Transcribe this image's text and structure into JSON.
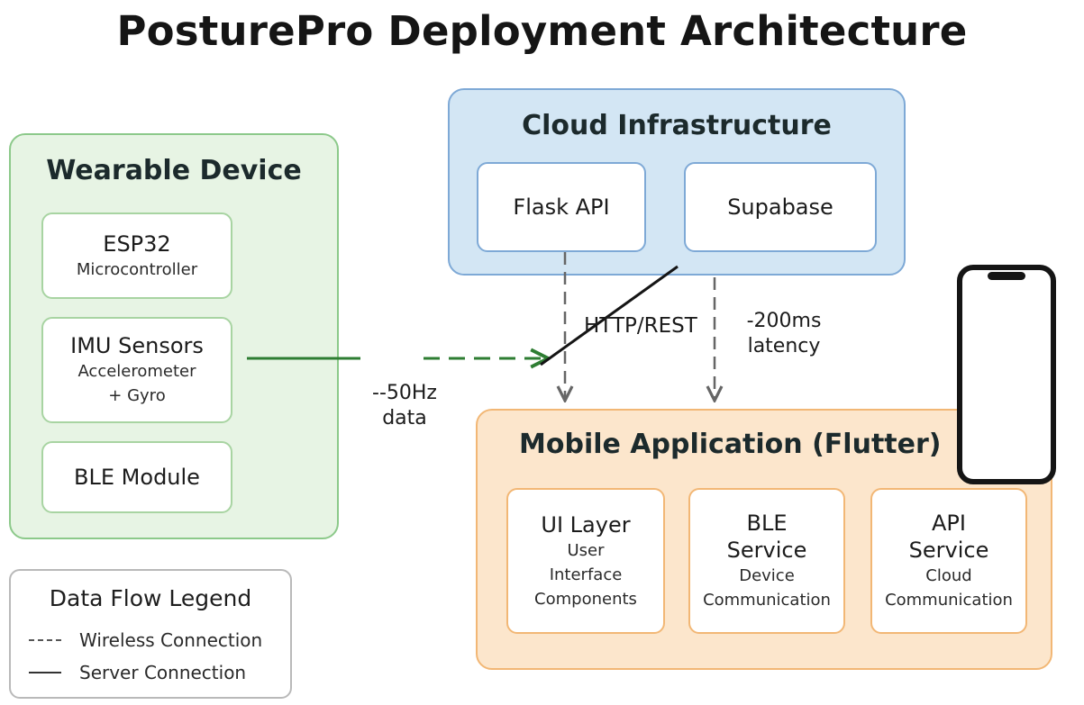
{
  "title": "PosturePro Deployment Architecture",
  "wearable": {
    "title": "Wearable Device",
    "components": [
      {
        "name": "ESP32",
        "detail": "Microcontroller"
      },
      {
        "name": "IMU Sensors",
        "detail_lines": [
          "Accelerometer",
          "+ Gyro"
        ]
      },
      {
        "name": "BLE Module"
      }
    ]
  },
  "cloud": {
    "title": "Cloud Infrastructure",
    "components": [
      "Flask API",
      "Supabase"
    ]
  },
  "mobile": {
    "title": "Mobile Application (Flutter)",
    "components": [
      {
        "name": "UI Layer",
        "detail_lines": [
          "User",
          "Interface",
          "Components"
        ]
      },
      {
        "name_lines": [
          "BLE",
          "Service"
        ],
        "detail_lines": [
          "Device",
          "Communication"
        ]
      },
      {
        "name_lines": [
          "API",
          "Service"
        ],
        "detail_lines": [
          "Cloud",
          "Communication"
        ]
      }
    ]
  },
  "connections": {
    "http_label": "HTTP/REST",
    "latency_lines": [
      "-200ms",
      "latency"
    ],
    "ble_rate_lines": [
      "--50Hz",
      "data"
    ]
  },
  "legend": {
    "title": "Data Flow Legend",
    "items": [
      {
        "style": "dashed",
        "label": "Wireless Connection"
      },
      {
        "style": "solid",
        "label": "Server Connection"
      }
    ]
  },
  "colors": {
    "wearable_fill": "#e7f4e4",
    "wearable_border": "#8cc98a",
    "cloud_fill": "#d3e6f4",
    "cloud_border": "#7ea9d6",
    "mobile_fill": "#fce6cc",
    "mobile_border": "#f2b775",
    "ble_arrow": "#2e7d32",
    "server_arrow": "#666666"
  },
  "icons": [
    "smartphone-icon"
  ]
}
